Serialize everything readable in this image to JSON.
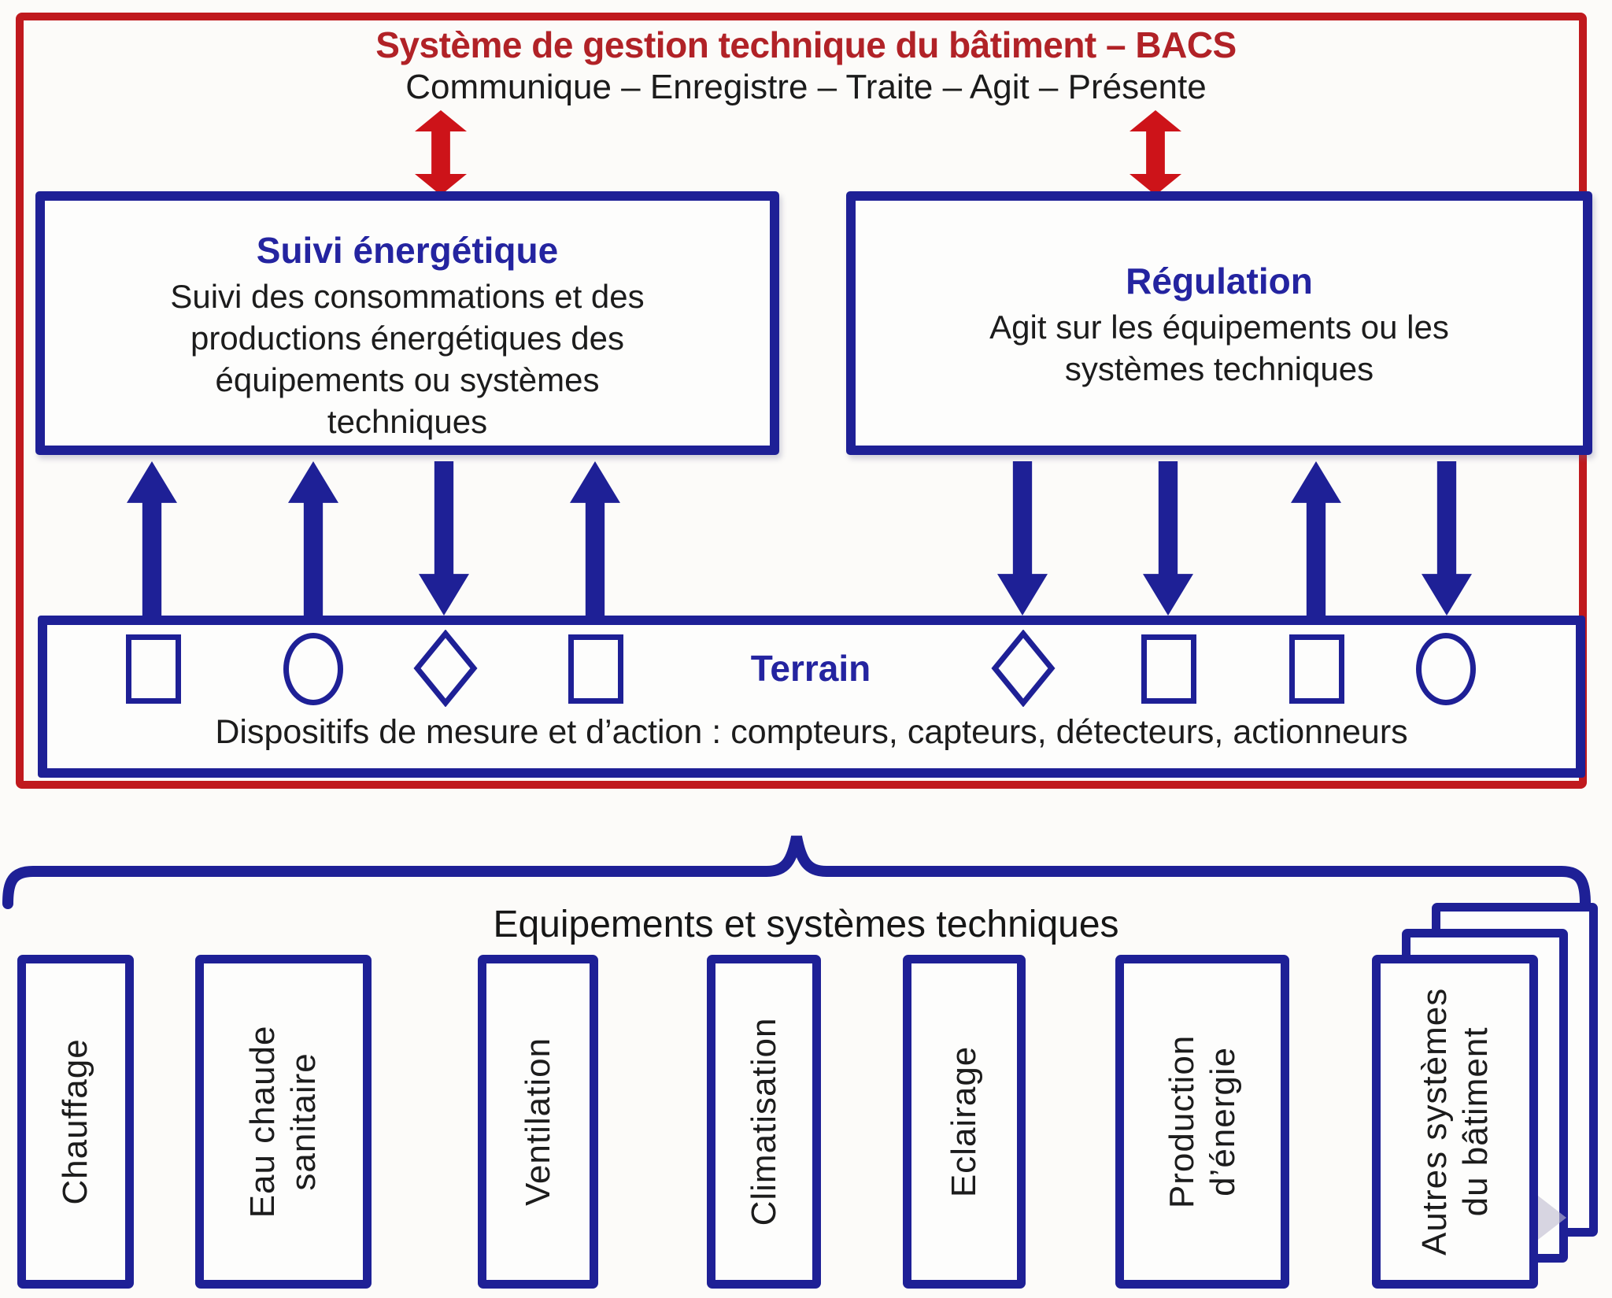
{
  "header": {
    "title": "Système de gestion technique du bâtiment – BACS",
    "subtitle": "Communique – Enregistre – Traite – Agit – Présente"
  },
  "suivi_box": {
    "title": "Suivi énergétique",
    "body": "Suivi des consommations et des productions énergétiques des équipements ou systèmes techniques"
  },
  "regulation_box": {
    "title": "Régulation",
    "body": "Agit sur les équipements ou les systèmes techniques"
  },
  "arrows": {
    "red_top": [
      "bidirectional",
      "bidirectional"
    ],
    "suivi_columns": [
      "up",
      "up",
      "down",
      "up"
    ],
    "regulation_columns": [
      "down",
      "down",
      "up",
      "down"
    ]
  },
  "terrain_box": {
    "title": "Terrain",
    "caption": "Dispositifs de mesure et d’action : compteurs, capteurs, détecteurs, actionneurs",
    "shapes_left": [
      "square",
      "circle",
      "diamond",
      "square"
    ],
    "shapes_right": [
      "diamond",
      "square",
      "square",
      "circle"
    ]
  },
  "equipment": {
    "label": "Equipements et systèmes techniques",
    "items": [
      "Chauffage",
      "Eau chaude sanitaire",
      "Ventilation",
      "Climatisation",
      "Eclairage",
      "Production d’énergie",
      "Autres systèmes du bâtiment"
    ]
  },
  "colors": {
    "red_border": "#c0191e",
    "red_title": "#b12227",
    "red_arrow": "#cd1319",
    "navy": "#1e2096",
    "blue_text": "#2424a0",
    "text_black": "#1c1c1c"
  }
}
